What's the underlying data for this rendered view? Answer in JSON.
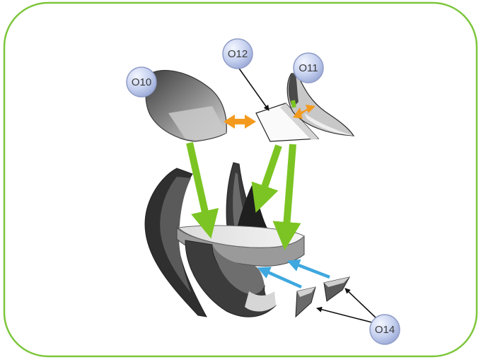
{
  "labels": {
    "o10": "O10",
    "o11": "O11",
    "o12": "O12",
    "o14": "O14"
  },
  "colors": {
    "frame": "#7dc63b",
    "green_arrow": "#7cc423",
    "orange_arrow": "#f39a1e",
    "blue_arrow": "#3fa8df",
    "badge_fill": "#c9d3ee",
    "badge_stroke": "#8f9cc8"
  }
}
